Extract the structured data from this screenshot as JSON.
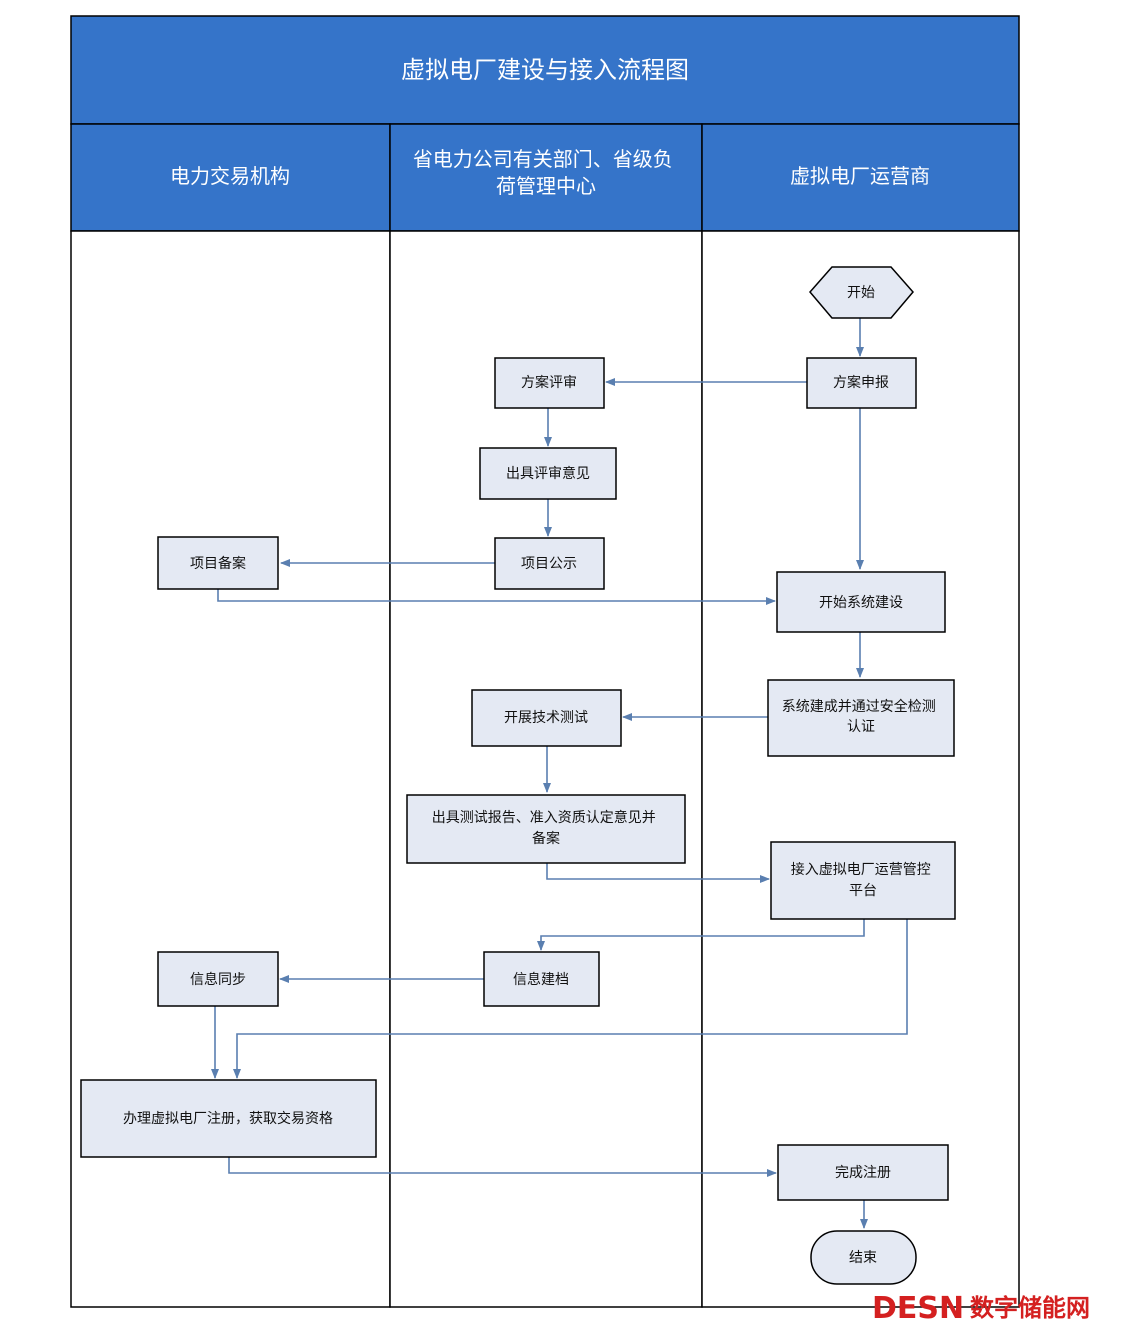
{
  "title": "虚拟电厂建设与接入流程图",
  "lanes": [
    {
      "label": [
        "电力交易机构"
      ]
    },
    {
      "label": [
        "省电力公司有关部门、省级负",
        "荷管理中心"
      ]
    },
    {
      "label": [
        "虚拟电厂运营商"
      ]
    }
  ],
  "nodes": {
    "start": [
      "开始"
    ],
    "scheme_report": [
      "方案申报"
    ],
    "scheme_review": [
      "方案评审"
    ],
    "review_opinion": [
      "出具评审意见"
    ],
    "project_publicity": [
      "项目公示"
    ],
    "project_filing": [
      "项目备案"
    ],
    "start_construction": [
      "开始系统建设"
    ],
    "construction_done": [
      "系统建成并通过安全检测",
      "认证"
    ],
    "tech_test": [
      "开展技术测试"
    ],
    "test_report": [
      "出具测试报告、准入资质认定意见并",
      "备案"
    ],
    "platform_access": [
      "接入虚拟电厂运营管控",
      "平台"
    ],
    "info_archive": [
      "信息建档"
    ],
    "info_sync": [
      "信息同步"
    ],
    "registration": [
      "办理虚拟电厂注册，获取交易资格"
    ],
    "complete_registration": [
      "完成注册"
    ],
    "end": [
      "结束"
    ]
  },
  "watermark": {
    "brand": "DESN",
    "site": "数字储能网"
  },
  "colors": {
    "header": "#3574c9",
    "box": "#e4e9f3",
    "arrow": "#5a7fb0",
    "border": "#000000",
    "watermark": "#d42020"
  }
}
